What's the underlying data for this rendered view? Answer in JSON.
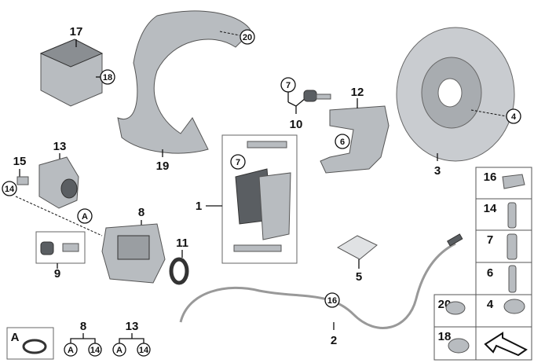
{
  "diagram": {
    "callouts": {
      "p1": "1",
      "p2": "2",
      "p3": "3",
      "p4": "4",
      "p5": "5",
      "p6": "6",
      "p7": "7",
      "p7b": "7",
      "p8": "8",
      "p9": "9",
      "p10": "10",
      "p11": "11",
      "p12": "12",
      "p13": "13",
      "p14": "14",
      "p15": "15",
      "p16": "16",
      "p17": "17",
      "p18": "18",
      "p19": "19",
      "p20": "20",
      "pA": "A"
    },
    "hardware_grid": [
      "16",
      "14",
      "7",
      "6",
      "20",
      "4",
      "18"
    ],
    "legend": {
      "box_label": "A",
      "tree1": {
        "parent": "8",
        "children": [
          "A",
          "14"
        ]
      },
      "tree2": {
        "parent": "13",
        "children": [
          "A",
          "14"
        ]
      }
    }
  }
}
